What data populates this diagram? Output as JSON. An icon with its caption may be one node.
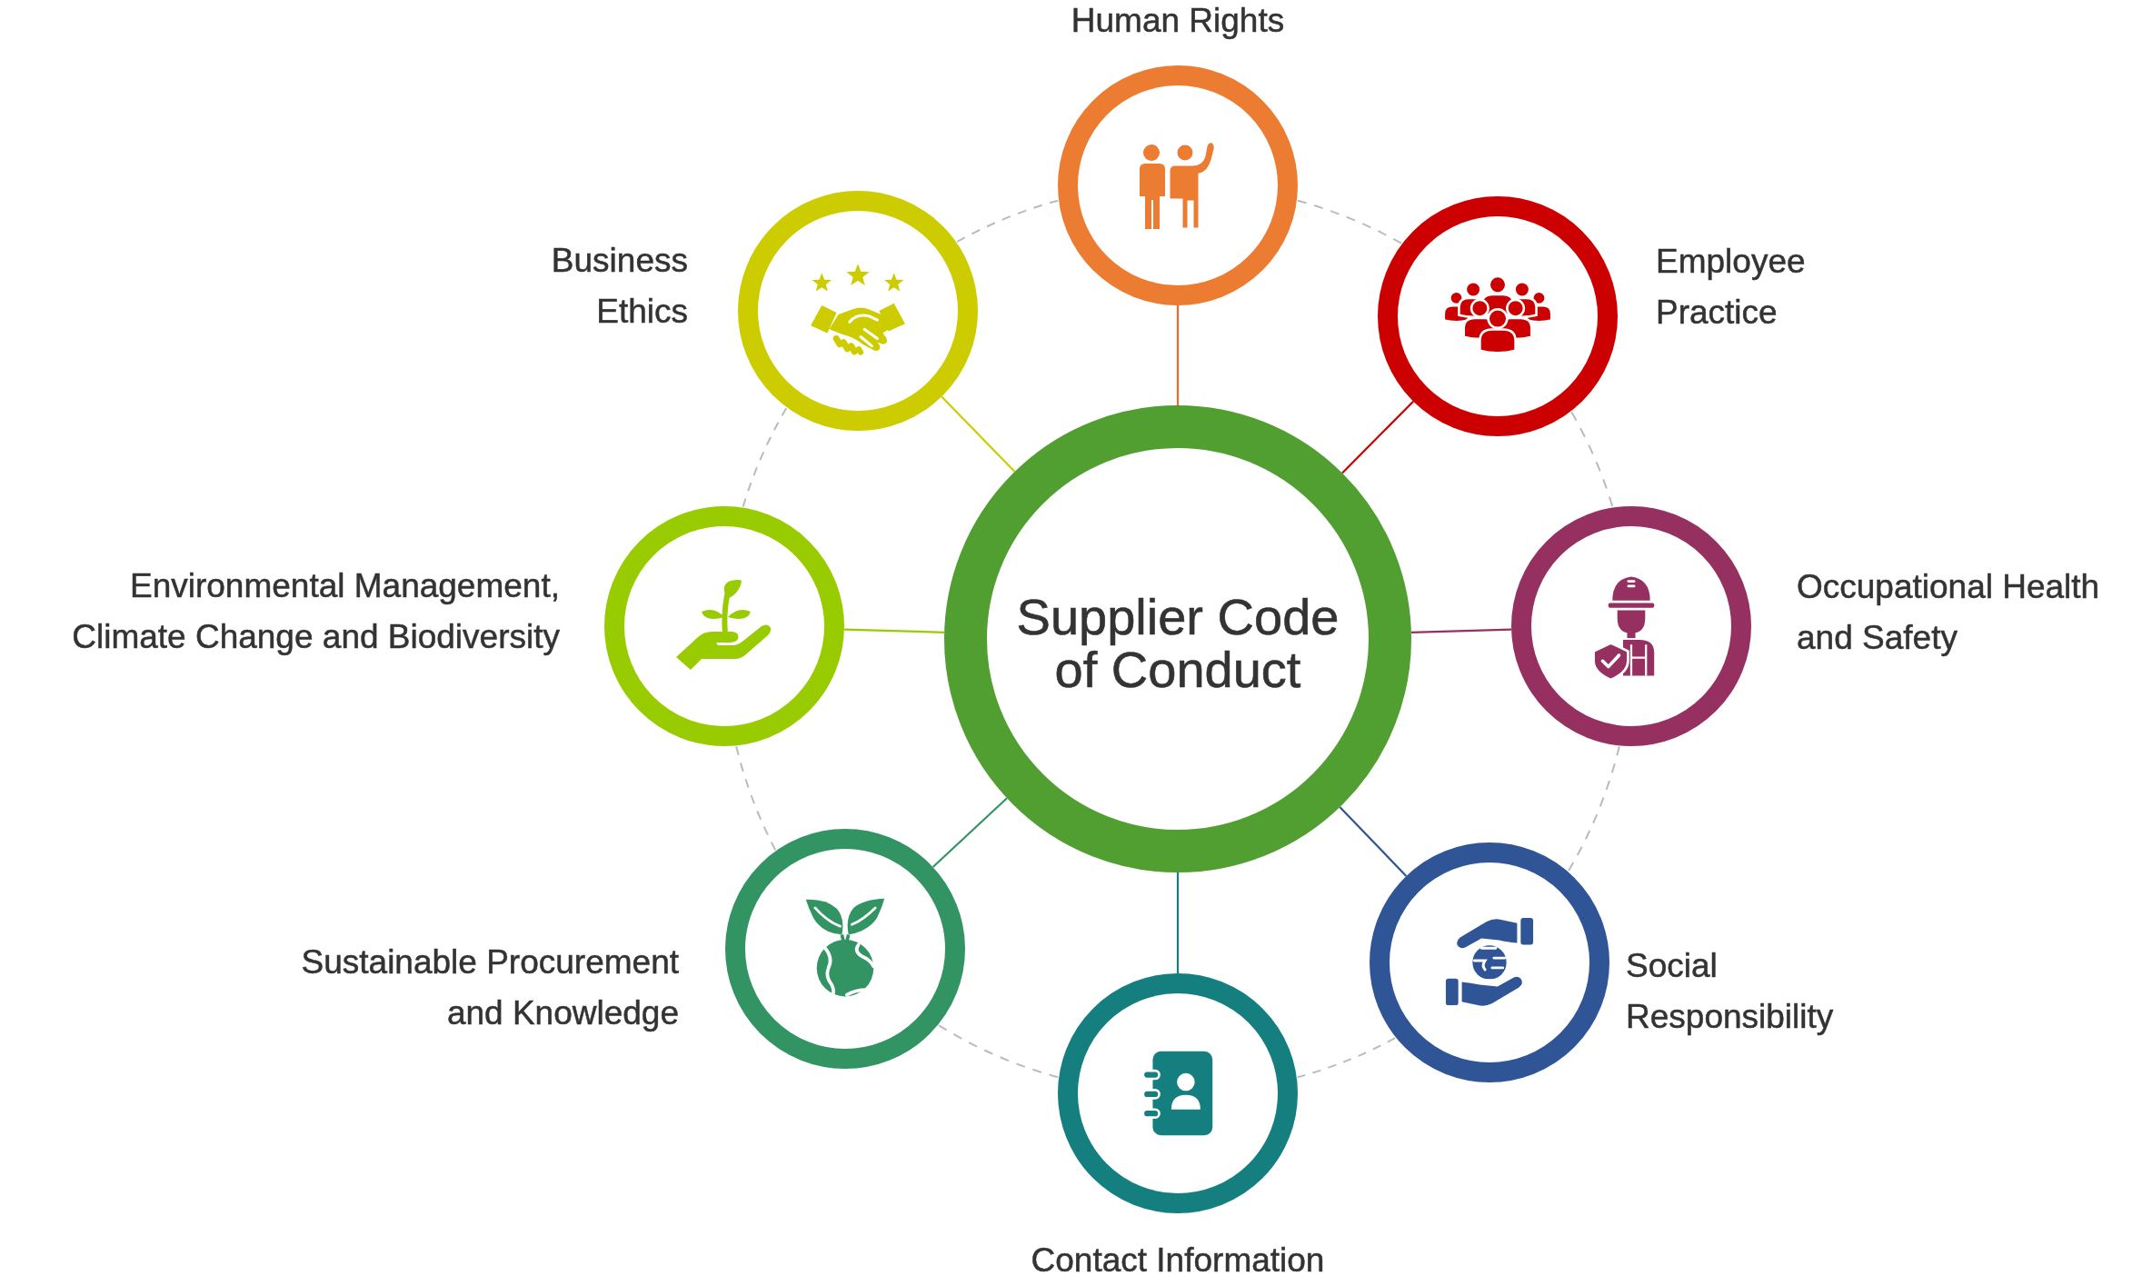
{
  "diagram": {
    "nodes": [
      {
        "text": [
          "Supplier Code of Conduct"
        ]
      },
      {
        "text": [
          "Human Rights"
        ]
      },
      {
        "text": [
          "Employee Practice"
        ]
      },
      {
        "text": [
          "Occupational Health and Safety"
        ]
      },
      {
        "text": [
          "Social Responsibility"
        ]
      },
      {
        "text": [
          "Contact Information"
        ]
      },
      {
        "text": [
          "Sustainable Procurement and Knowledge"
        ]
      },
      {
        "text": [
          "Environmental Management, Climate Change and Biodiversity"
        ]
      },
      {
        "text": [
          "Business Ethics"
        ]
      }
    ],
    "edges": [
      {
        "from": 0,
        "to": 1,
        "arrow": "none",
        "color": "#ed6a2c"
      },
      {
        "from": 0,
        "to": 2,
        "arrow": "none",
        "color": "#cc0000"
      },
      {
        "from": 0,
        "to": 3,
        "arrow": "none",
        "color": "#953060"
      },
      {
        "from": 0,
        "to": 4,
        "arrow": "none",
        "color": "#2f5597"
      },
      {
        "from": 0,
        "to": 5,
        "arrow": "none",
        "color": "#147f7e"
      },
      {
        "from": 0,
        "to": 6,
        "arrow": "none",
        "color": "#339463"
      },
      {
        "from": 0,
        "to": 7,
        "arrow": "none",
        "color": "#99cc00"
      },
      {
        "from": 0,
        "to": 8,
        "arrow": "none",
        "color": "#cccc00"
      },
      {
        "from": 1,
        "to": 2,
        "arrow": "none",
        "style": "dashed",
        "color": "#bbbbbb"
      },
      {
        "from": 2,
        "to": 3,
        "arrow": "none",
        "style": "dashed",
        "color": "#bbbbbb"
      },
      {
        "from": 3,
        "to": 4,
        "arrow": "none",
        "style": "dashed",
        "color": "#bbbbbb"
      },
      {
        "from": 4,
        "to": 5,
        "arrow": "none",
        "style": "dashed",
        "color": "#bbbbbb"
      },
      {
        "from": 5,
        "to": 6,
        "arrow": "none",
        "style": "dashed",
        "color": "#bbbbbb"
      },
      {
        "from": 6,
        "to": 7,
        "arrow": "none",
        "style": "dashed",
        "color": "#bbbbbb"
      },
      {
        "from": 7,
        "to": 8,
        "arrow": "none",
        "style": "dashed",
        "color": "#bbbbbb"
      },
      {
        "from": 8,
        "to": 1,
        "arrow": "none",
        "style": "dashed",
        "color": "#bbbbbb"
      }
    ]
  }
}
